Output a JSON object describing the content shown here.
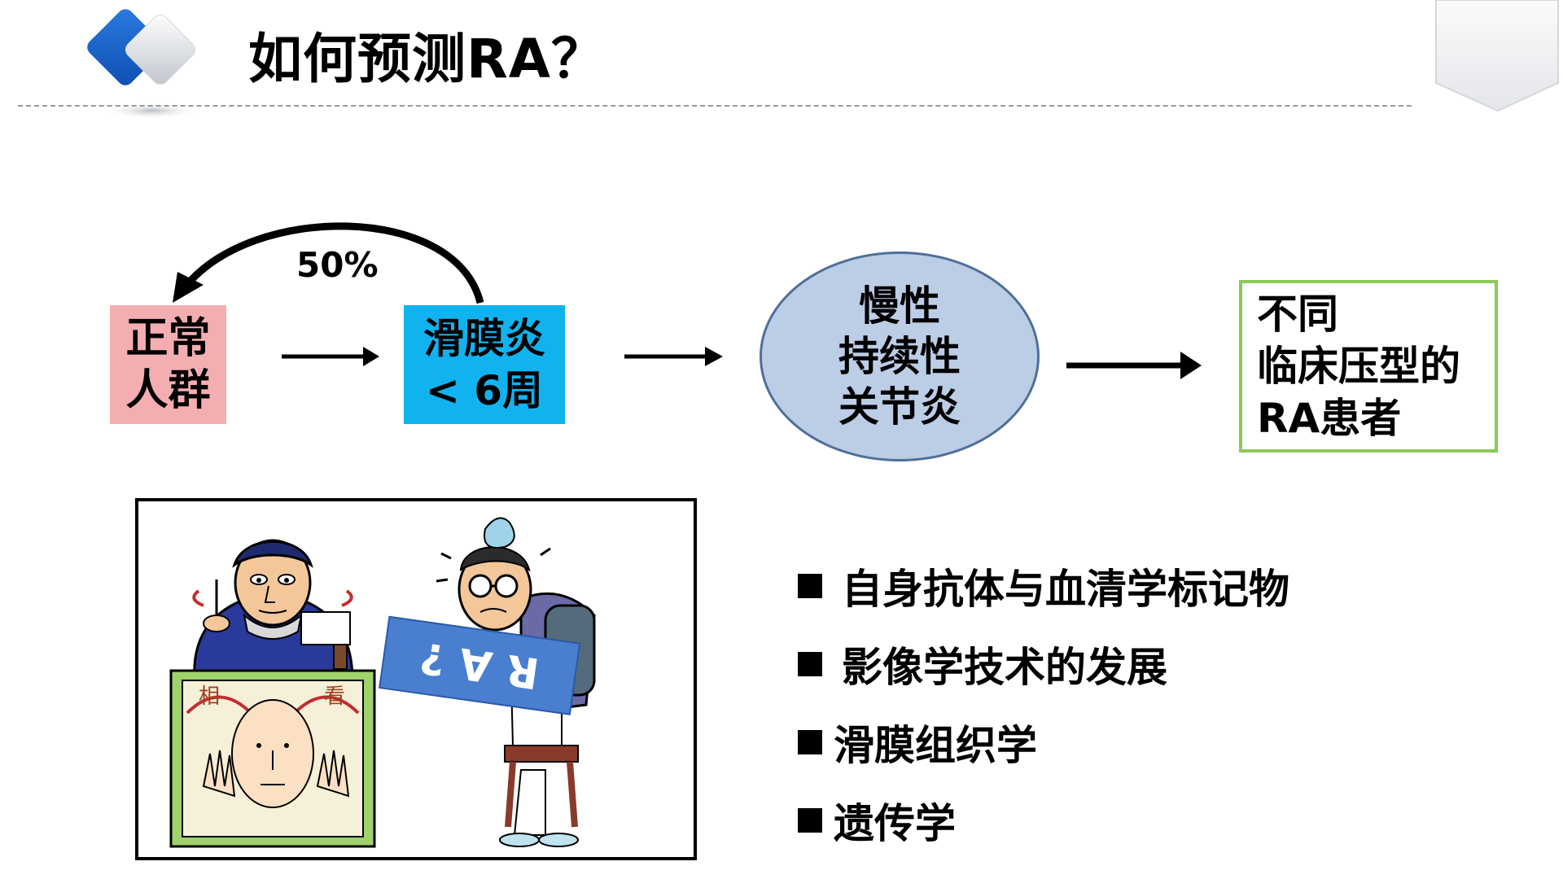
{
  "header": {
    "title": "如何预测RA？"
  },
  "flow": {
    "normal": {
      "line1": "正常",
      "line2": "人群"
    },
    "synovitis": {
      "line1": "滑膜炎",
      "line2": "< 6周"
    },
    "return_percent": "50%",
    "chronic": {
      "line1": "慢性",
      "line2": "持续性",
      "line3": "关节炎"
    },
    "outcome": {
      "line1": "不同",
      "line2": "临床压型的",
      "line3": "RA患者"
    }
  },
  "cartoon": {
    "sign_left": "相",
    "sign_right": "看",
    "card_text": "R A ?"
  },
  "bullets": [
    "自身抗体与血清学标记物",
    "影像学技术的发展",
    "滑膜组织学",
    "遗传学"
  ],
  "colors": {
    "normal_box": "#f4aeb2",
    "synovitis_box": "#11b3ef",
    "ellipse_fill": "#bccde6",
    "ellipse_border": "#4f6f98",
    "outcome_border": "#8cc95a",
    "logo_blue": "#1e64c8",
    "card_blue": "#4a7fd0"
  }
}
